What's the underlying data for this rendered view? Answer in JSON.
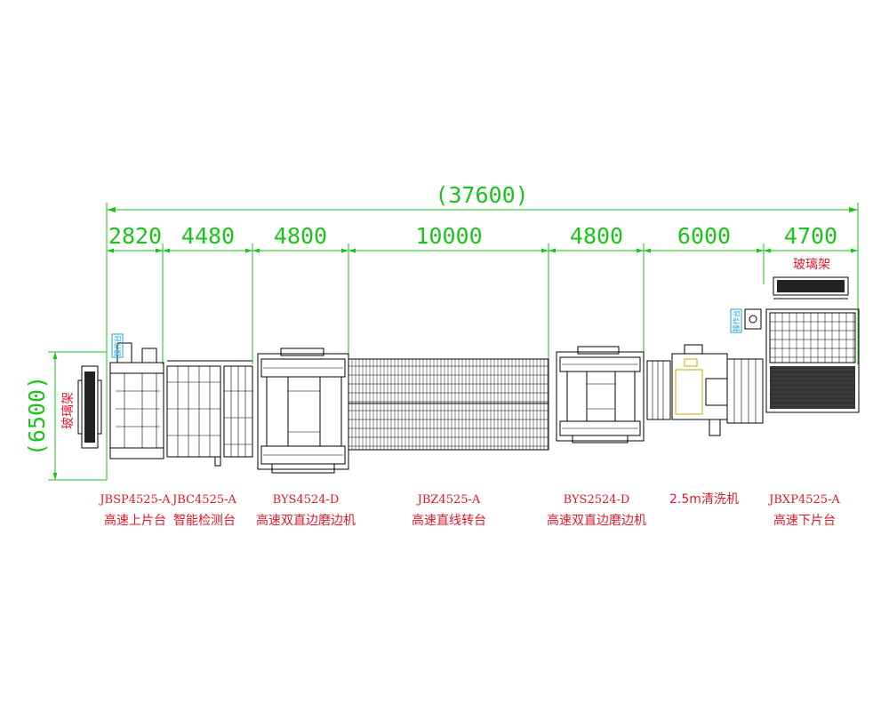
{
  "dimensions": {
    "total": "(37600)",
    "segments": [
      "2820",
      "4480",
      "4800",
      "10000",
      "4800",
      "6000",
      "4700"
    ],
    "width": "(6500)"
  },
  "machines": [
    {
      "model": "JBSP4525-A",
      "name": "高速上片台"
    },
    {
      "model": "JBC4525-A",
      "name": "智能检测台"
    },
    {
      "model": "BYS4524-D",
      "name": "高速双直边磨边机"
    },
    {
      "model": "JBZ4525-A",
      "name": "高速直线转台"
    },
    {
      "model": "BYS2524-D",
      "name": "高速双直边磨边机"
    },
    {
      "model": "",
      "name": "2.5m清洗机"
    },
    {
      "model": "JBXP4525-A",
      "name": "高速下片台"
    }
  ],
  "glass_rack_left": "玻璃架",
  "glass_rack_right": "玻璃架",
  "console_left": "操作台",
  "console_right": "操作台",
  "colors": {
    "dimension": "#19c519",
    "label": "#e0182a",
    "outline": "#000000",
    "console": "#19a0e0"
  }
}
